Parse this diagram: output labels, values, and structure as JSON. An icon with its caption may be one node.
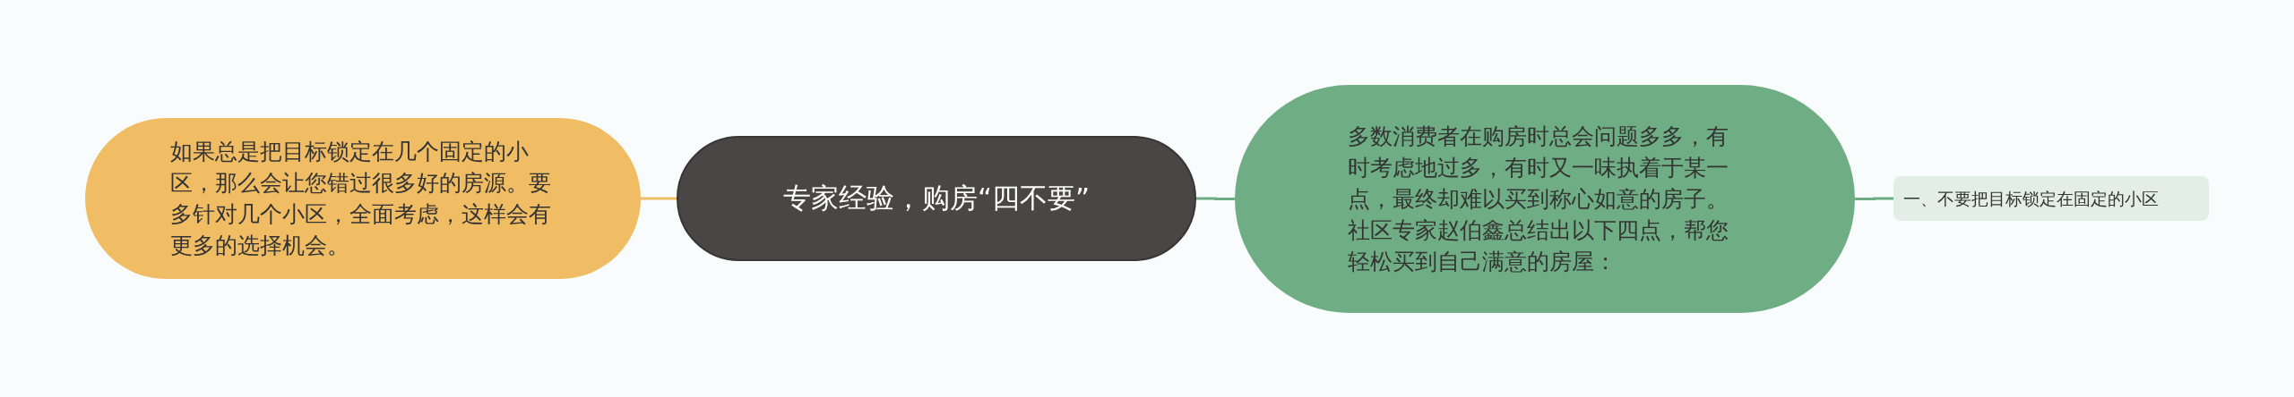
{
  "diagram": {
    "nodes": [
      {
        "text": [
          "专家经验，购房“四不要”"
        ]
      },
      {
        "text": [
          "如果总是把目标锁定在几个固定的小区，那么会让您错过很多好的房源。要多针对几个小区，全面考虑，这样会有更多的选择机会。"
        ]
      },
      {
        "text": [
          "多数消费者在购房时总会问题多多，有时考虑地过多，有时又一味执着于某一点，最终却难以买到称心如意的房子。社区专家赵伯鑫总结出以下四点，帮您轻松买到自己满意的房屋："
        ]
      },
      {
        "text": [
          "一、不要把目标锁定在固定的小区"
        ]
      }
    ],
    "edges": [
      {
        "from": 0,
        "to": 1,
        "arrow": "none",
        "color": "#f0bd64"
      },
      {
        "from": 0,
        "to": 2,
        "arrow": "none"
      },
      {
        "from": 2,
        "to": 3,
        "arrow": "none"
      }
    ]
  }
}
